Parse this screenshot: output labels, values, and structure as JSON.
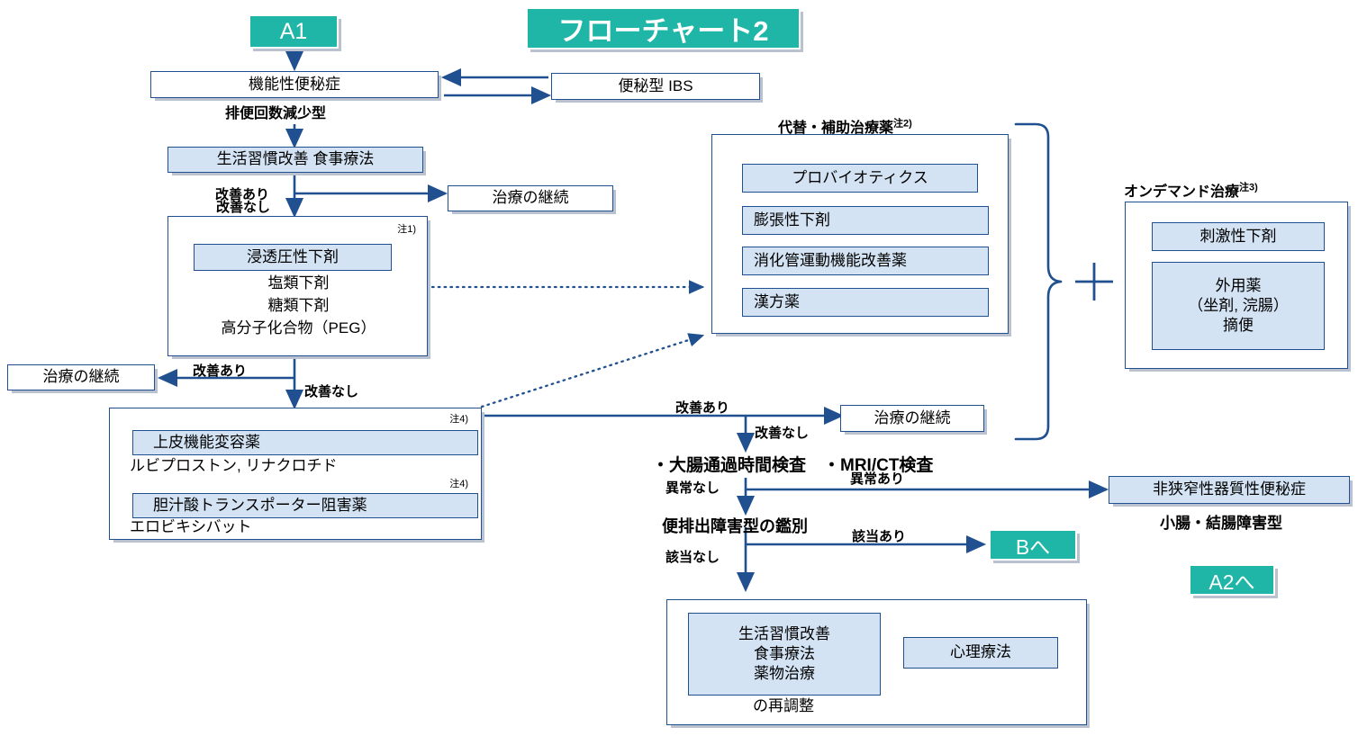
{
  "meta": {
    "title": "フローチャート2",
    "accent_teal": "#1fb5a7",
    "box_fill": "#d3e3f4",
    "border_navy": "#20508f",
    "shadow": "#b9c2ce"
  },
  "terminators": {
    "a1": "A1",
    "to_b": "Bへ",
    "to_a2": "A2へ"
  },
  "top": {
    "functional_constipation": "機能性便秘症",
    "ibs_c": "便秘型 IBS",
    "subtype_label": "排便回数減少型"
  },
  "left_flow": {
    "lifestyle_diet": "生活習慣改善  食事療法",
    "continue_1": "治療の継続",
    "continue_2": "治療の継続",
    "osmotic": {
      "note": "注1)",
      "head": "浸透圧性下剤",
      "lines": [
        "塩類下剤",
        "糖類下剤",
        "高分子化合物（PEG）"
      ]
    },
    "secretagogue": {
      "note_1": "注4)",
      "head_1": "上皮機能変容薬",
      "sub_1": "ルビプロストン, リナクロチド",
      "note_2": "注4)",
      "head_2": "胆汁酸トランスポーター阻害薬",
      "sub_2": "エロビキシバット"
    }
  },
  "alternative": {
    "heading": "代替・補助治療薬",
    "heading_note": "注2)",
    "items": [
      "プロバイオティクス",
      "膨張性下剤",
      "消化管運動機能改善薬",
      "漢方薬"
    ]
  },
  "ondemand": {
    "heading": "オンデマンド治療",
    "heading_note": "注3)",
    "stimulant": "刺激性下剤",
    "topical_lines": [
      "外用薬",
      "（坐剤, 浣腸）",
      "摘便"
    ],
    "plus": "+"
  },
  "diagnostic": {
    "continue_3": "治療の継続",
    "tests": "・大腸通過時間検査　・MRI/CT検査",
    "defecation_disorder": "便排出障害型の鑑別",
    "non_stenotic": "非狭窄性器質性便秘症",
    "small_large_bowel": "小腸・結腸障害型",
    "readjust": {
      "chip_lines": [
        "生活習慣改善",
        "食事療法",
        "薬物治療"
      ],
      "tail": "の再調整",
      "psychotherapy": "心理療法"
    }
  },
  "edge_labels": {
    "improved_1": "改善あり",
    "not_improved_1": "改善なし",
    "improved_2": "改善あり",
    "not_improved_2": "改善なし",
    "improved_3": "改善あり",
    "not_improved_3": "改善なし",
    "abnormal_none": "異常なし",
    "abnormal_yes": "異常あり",
    "match_yes": "該当あり",
    "match_no": "該当なし"
  }
}
